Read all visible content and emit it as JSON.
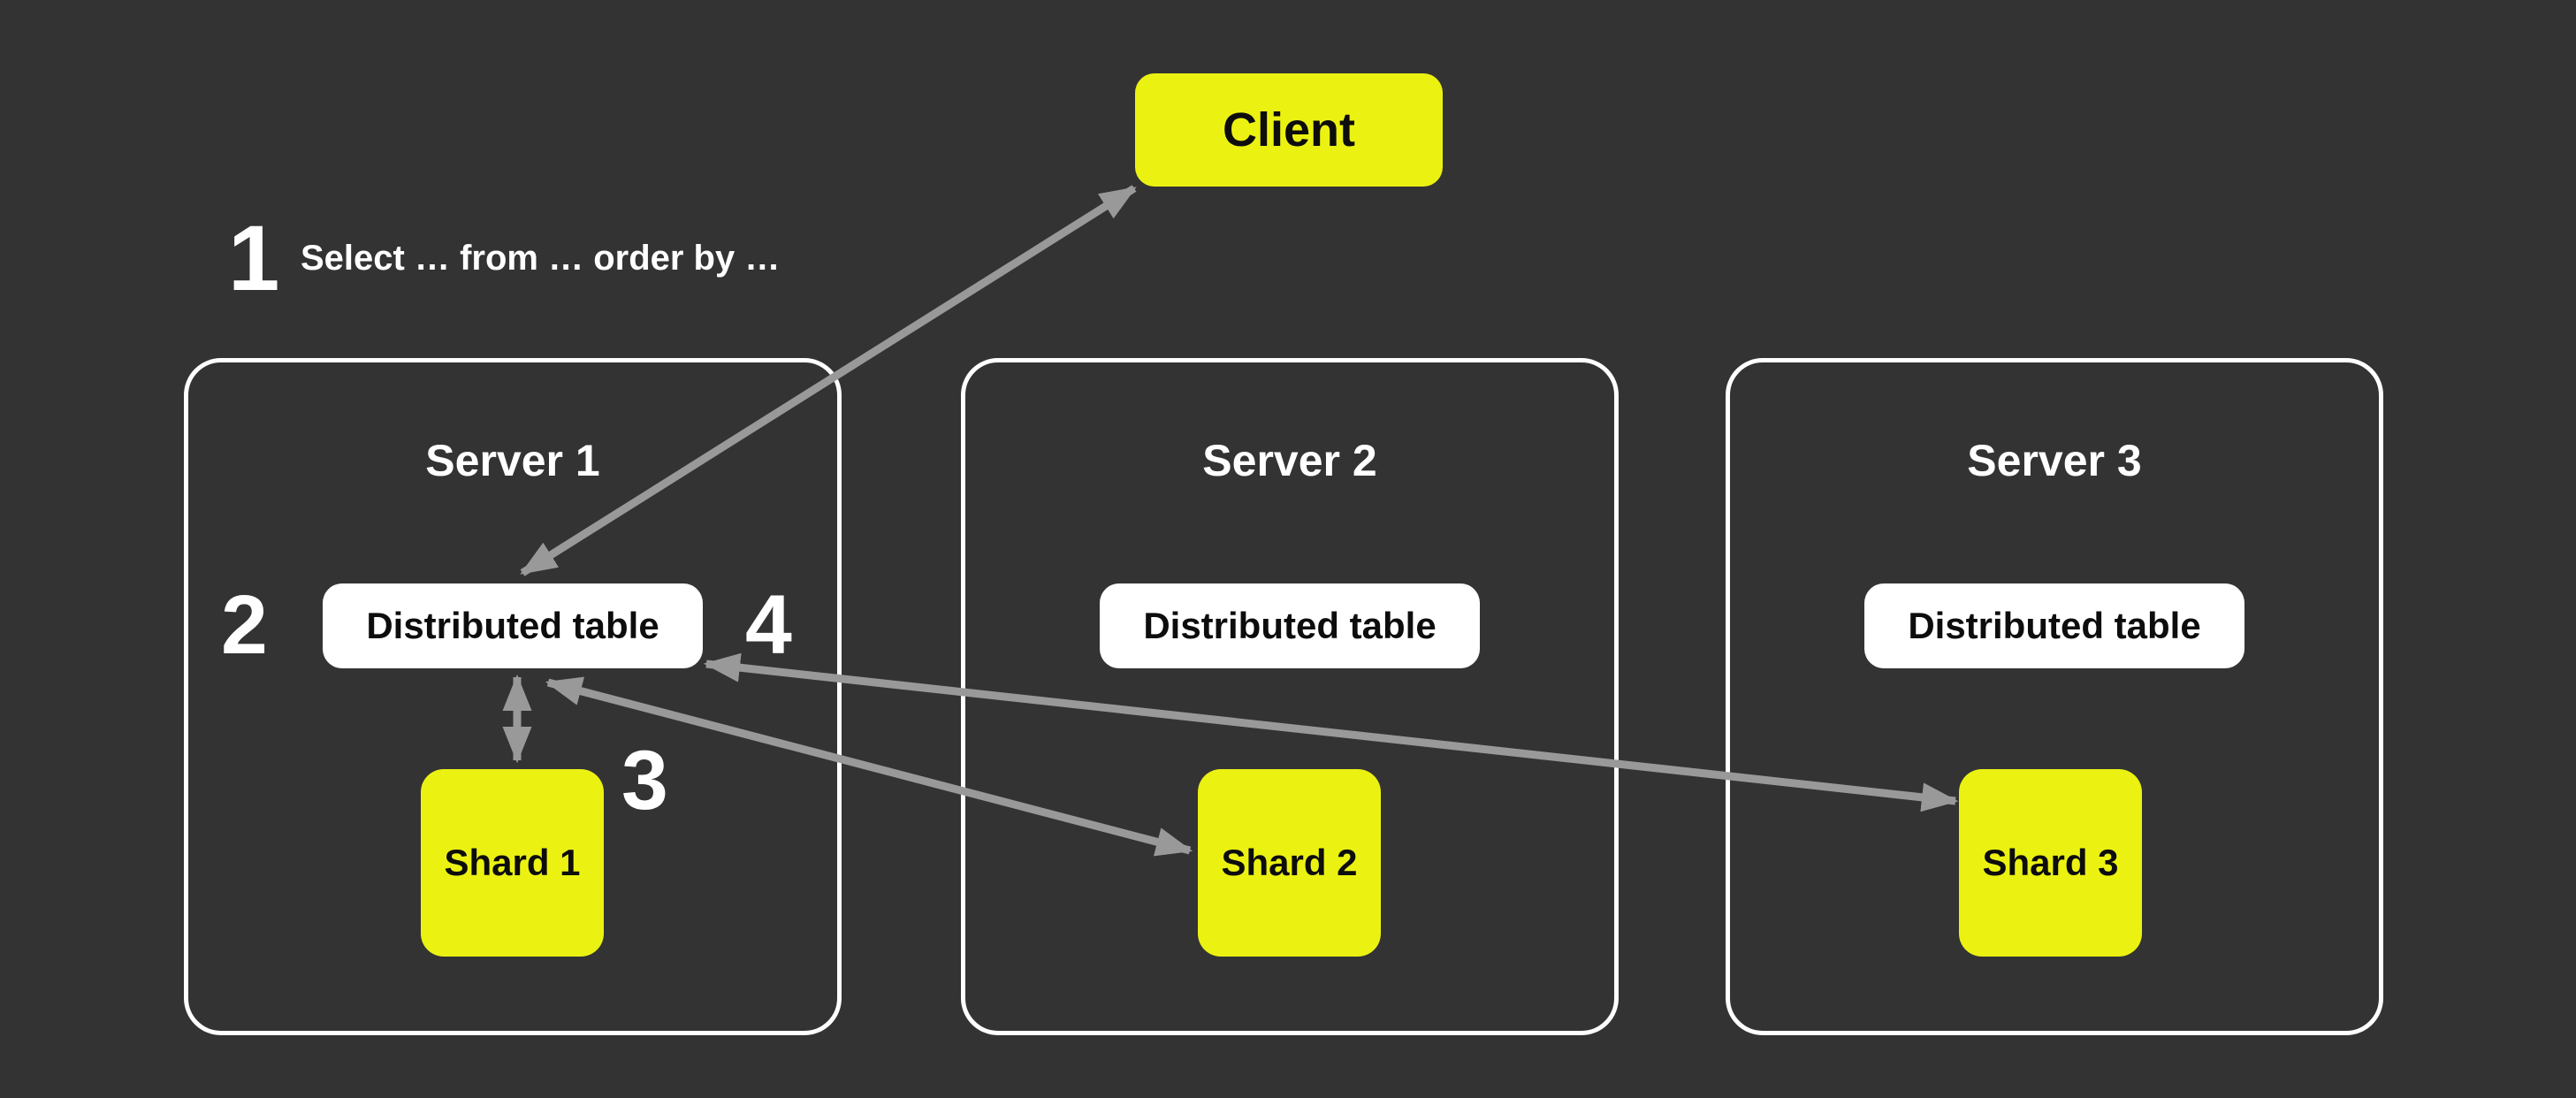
{
  "canvas": {
    "background_color": "#333333",
    "accent_yellow": "#EBF212",
    "box_white": "#ffffff",
    "arrow_gray": "#999999",
    "text_dark": "#0d0d0d",
    "text_light": "#ffffff"
  },
  "client": {
    "label": "Client"
  },
  "step1": {
    "number": "1",
    "query_text": "Select … from … order by …"
  },
  "step_numbers": {
    "step2": "2",
    "step3": "3",
    "step4": "4"
  },
  "servers": [
    {
      "title": "Server 1",
      "table_label": "Distributed table",
      "shard_label": "Shard 1"
    },
    {
      "title": "Server 2",
      "table_label": "Distributed table",
      "shard_label": "Shard 2"
    },
    {
      "title": "Server 3",
      "table_label": "Distributed table",
      "shard_label": "Shard 3"
    }
  ],
  "arrows": [
    {
      "name": "client-distributed-table",
      "bidirectional": true
    },
    {
      "name": "distributed-table-shard-1",
      "bidirectional": true
    },
    {
      "name": "distributed-table-shard-2",
      "bidirectional": true
    },
    {
      "name": "distributed-table-shard-3",
      "bidirectional": true
    }
  ]
}
